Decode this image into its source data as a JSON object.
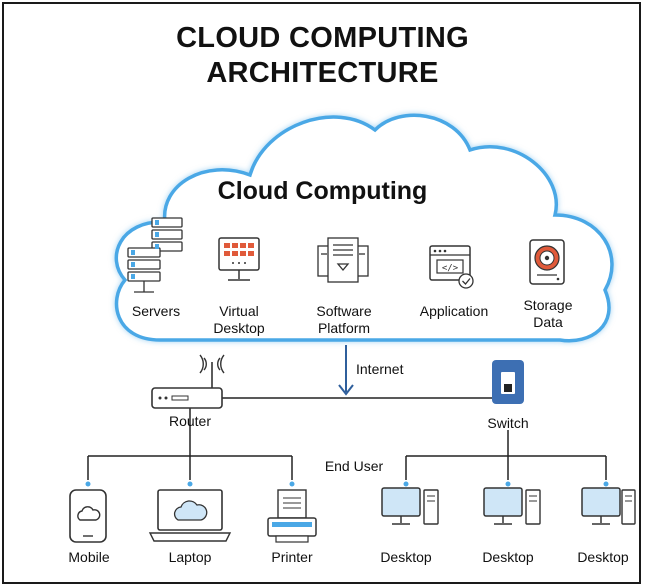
{
  "title_line1": "CLOUD COMPUTING",
  "title_line2": "ARCHITECTURE",
  "cloud": {
    "title": "Cloud Computing",
    "items": [
      {
        "name": "servers",
        "label": "Servers",
        "icon": "server-rack-icon"
      },
      {
        "name": "virtual-desktop",
        "label": "Virtual\nDesktop",
        "icon": "monitor-grid-icon"
      },
      {
        "name": "software-platform",
        "label": "Software\nPlatform",
        "icon": "server-tower-icon"
      },
      {
        "name": "application",
        "label": "Application",
        "icon": "code-window-icon"
      },
      {
        "name": "storage-data",
        "label": "Storage\nData",
        "icon": "hard-disk-icon"
      }
    ]
  },
  "connection": {
    "internet": "Internet",
    "end_user": "End User"
  },
  "network": {
    "router": "Router",
    "switch": "Switch"
  },
  "devices": {
    "mobile": "Mobile",
    "laptop": "Laptop",
    "printer": "Printer",
    "desktops": [
      "Desktop",
      "Desktop",
      "Desktop"
    ]
  },
  "colors": {
    "cloud_border": "#4aa8e6",
    "icon_accent": "#e05a3a",
    "switch_body": "#3d6fb3",
    "screen": "#cfe6f7"
  }
}
